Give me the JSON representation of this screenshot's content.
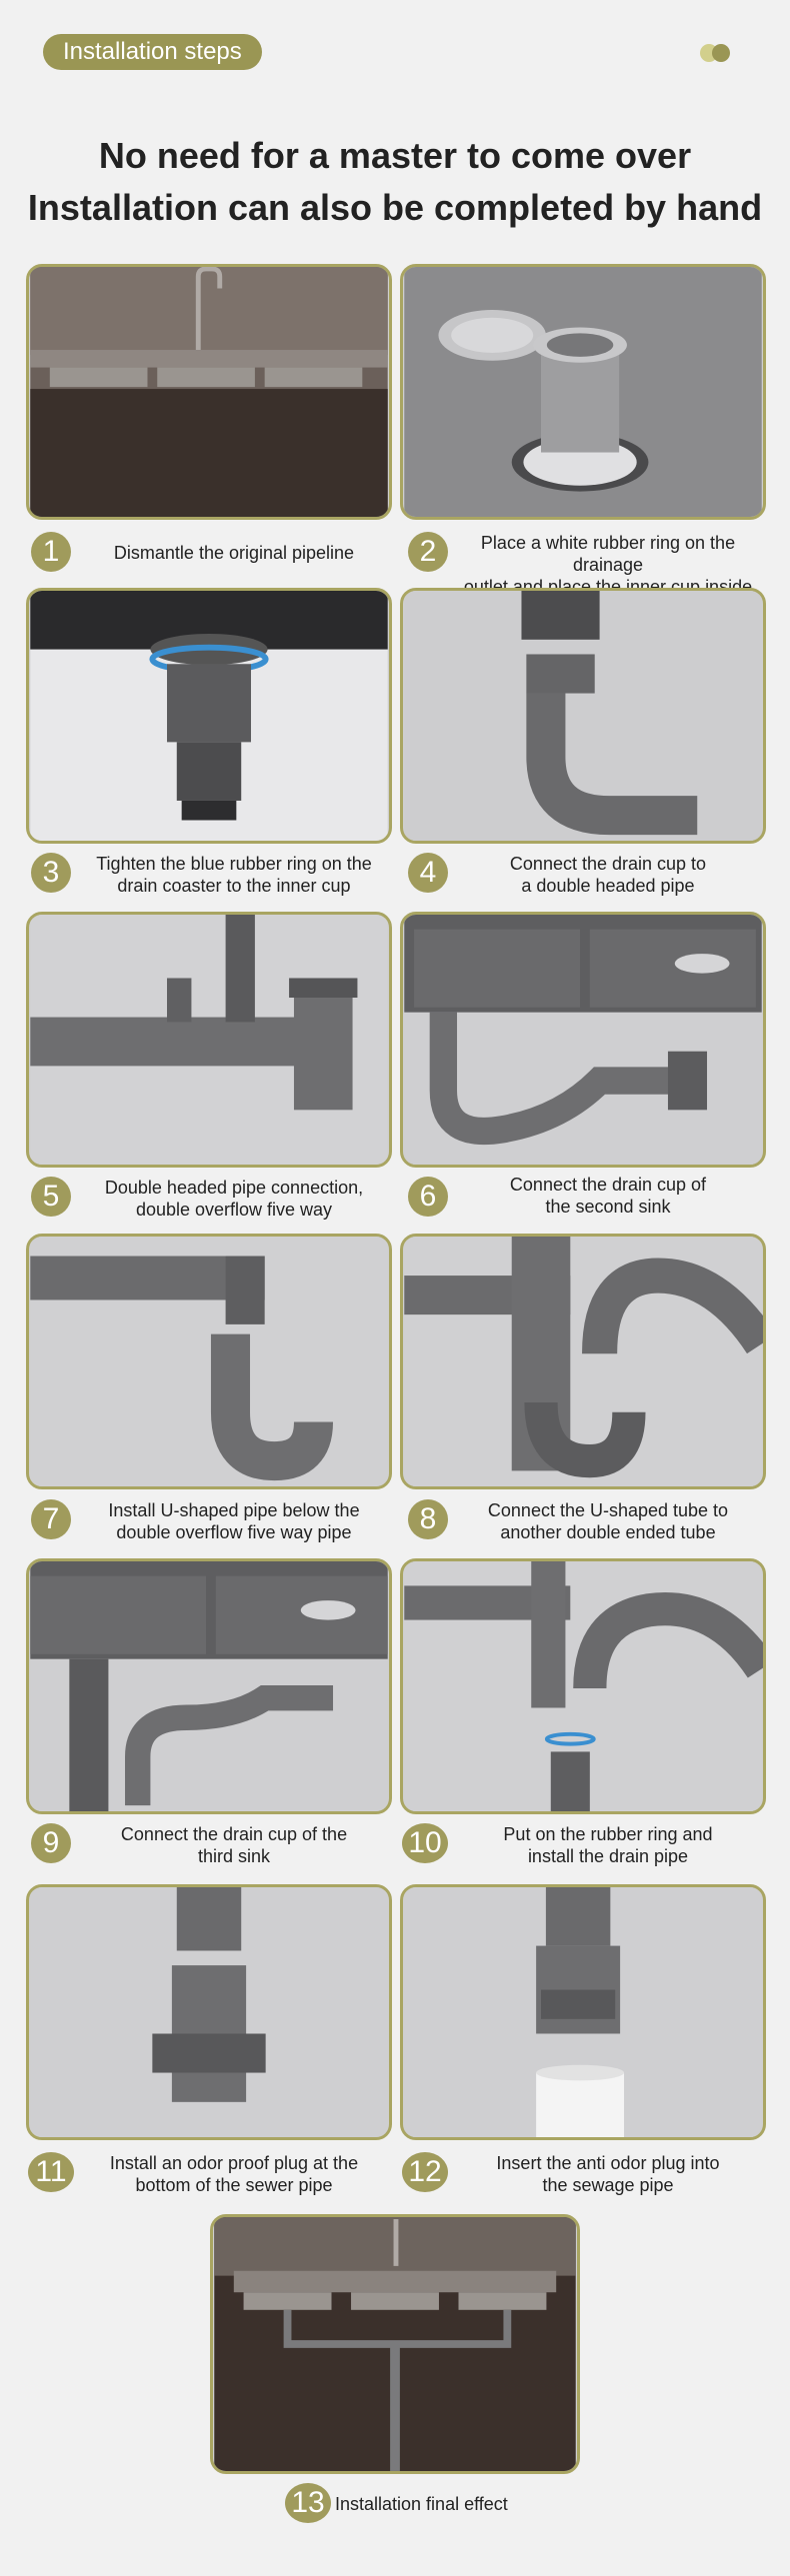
{
  "header": {
    "badge": "Installation steps"
  },
  "headline": {
    "line1": "No need for a master to come over",
    "line2": "Installation can also be completed by hand"
  },
  "steps": [
    {
      "num": "1",
      "lines": [
        "Dismantle the original pipeline"
      ]
    },
    {
      "num": "2",
      "lines": [
        "Place a white rubber ring on the drainage",
        "outlet and place the inner cup inside"
      ]
    },
    {
      "num": "3",
      "lines": [
        "Tighten the blue rubber ring on the",
        "drain coaster to the inner cup"
      ]
    },
    {
      "num": "4",
      "lines": [
        "Connect the drain cup to",
        "a double headed pipe"
      ]
    },
    {
      "num": "5",
      "lines": [
        "Double headed pipe connection,",
        "double overflow five way"
      ]
    },
    {
      "num": "6",
      "lines": [
        "Connect the drain cup of",
        "the second sink"
      ]
    },
    {
      "num": "7",
      "lines": [
        "Install U-shaped pipe below the",
        "double overflow five way pipe"
      ]
    },
    {
      "num": "8",
      "lines": [
        "Connect the U-shaped tube to",
        "another double ended tube"
      ]
    },
    {
      "num": "9",
      "lines": [
        "Connect the drain cup of the",
        "third sink"
      ]
    },
    {
      "num": "10",
      "lines": [
        "Put on the rubber ring and",
        "install the drain pipe"
      ]
    },
    {
      "num": "11",
      "lines": [
        "Install an odor proof plug at the",
        "bottom of the sewer pipe"
      ]
    },
    {
      "num": "12",
      "lines": [
        "Insert the anti odor plug into",
        "the sewage pipe"
      ]
    },
    {
      "num": "13",
      "lines": [
        "Installation final effect"
      ]
    }
  ]
}
